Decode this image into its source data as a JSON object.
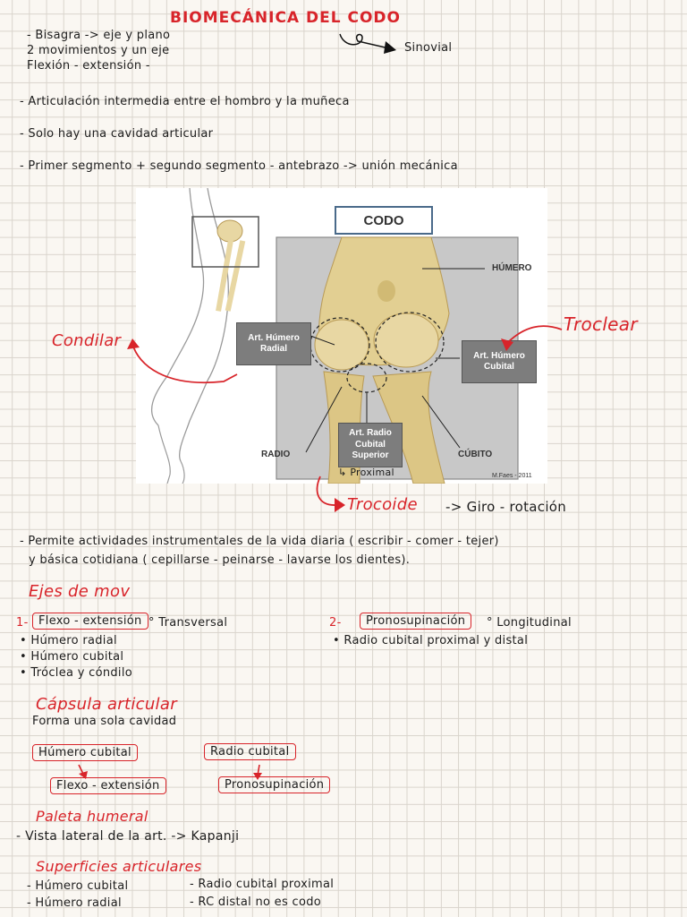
{
  "title": "BIOMECÁNICA DEL CODO",
  "intro": {
    "line1": "- Bisagra -> eje y plano",
    "line2": "2 movimientos y un eje",
    "line3": "Flexión - extensión -",
    "sinovial": "Sinovial"
  },
  "bullets": [
    "- Articulación intermedia entre el hombro y la muñeca",
    "- Solo hay una cavidad articular",
    "- Primer segmento + segundo segmento - antebrazo -> unión mecánica"
  ],
  "image": {
    "codo_title": "CODO",
    "humero": "HÚMERO",
    "art_humero_radial": [
      "Art. Húmero",
      "Radial"
    ],
    "art_humero_cubital": [
      "Art. Húmero",
      "Cubital"
    ],
    "art_radio_cubital": [
      "Art. Radio",
      "Cubital",
      "Superior"
    ],
    "radio": "RADIO",
    "cubito": "CÚBITO",
    "credit": "M.Faes - 2011"
  },
  "annotations": {
    "condilar": "Condilar",
    "troclear": "Troclear",
    "proximal": "↳ Proximal",
    "trocoide": "Trocoide",
    "trocoide_rest": "-> Giro - rotación"
  },
  "permite": {
    "line1": "- Permite actividades instrumentales de la vida diaria ( escribir - comer - tejer)",
    "line2": "y básica cotidiana ( cepillarse - peinarse - lavarse los dientes)."
  },
  "ejes": {
    "heading": "Ejes de mov",
    "left_num": "1-",
    "left_box": "Flexo - extensión",
    "left_after": "° Transversal",
    "left_items": [
      "• Húmero radial",
      "• Húmero cubital",
      "• Tróclea y cóndilo"
    ],
    "right_num": "2-",
    "right_box": "Pronosupinación",
    "right_after": "° Longitudinal",
    "right_items": [
      "• Radio cubital proximal y distal"
    ]
  },
  "capsula": {
    "heading": "Cápsula articular",
    "sub": "Forma una sola cavidad",
    "box1": "Húmero cubital",
    "box2": "Radio cubital",
    "box3": "Flexo - extensión",
    "box4": "Pronosupinación"
  },
  "paleta": {
    "heading": "Paleta humeral",
    "line": "- Vista lateral de la art. -> Kapanji"
  },
  "superficies": {
    "heading": "Superficies articulares",
    "left": [
      "- Húmero cubital",
      "- Húmero radial"
    ],
    "right": [
      "- Radio cubital proximal",
      "- RC distal no es codo"
    ]
  },
  "colors": {
    "ink": "#1d1d1d",
    "red": "#d8242a",
    "grid": "#d9d4cc",
    "paper": "#faf7f2"
  }
}
